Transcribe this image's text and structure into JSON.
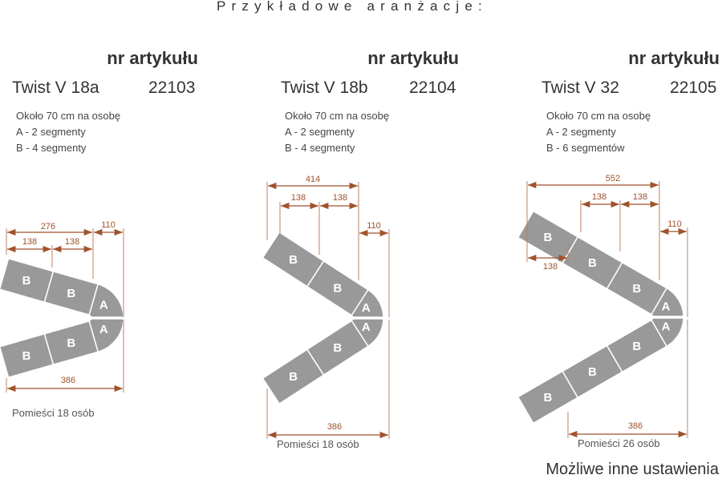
{
  "title": "Przykładowe aranżacje:",
  "colors": {
    "segment": "#999999",
    "dimension": "#a0522d"
  },
  "products": [
    {
      "nr_label": "nr artykułu",
      "model": "Twist V 18a",
      "article": "22103",
      "desc": [
        "Około 70 cm na osobę",
        "A - 2 segmenty",
        "B - 4 segmenty"
      ],
      "dims": {
        "total": "276",
        "seg1": "138",
        "seg2": "138",
        "depth": "110",
        "bottom": "386"
      },
      "capacity": "Pomieści 18 osób"
    },
    {
      "nr_label": "nr artykułu",
      "model": "Twist V 18b",
      "article": "22104",
      "desc": [
        "Około 70 cm na osobę",
        "A - 2 segmenty",
        "B - 4 segmenty"
      ],
      "dims": {
        "total": "414",
        "seg1": "138",
        "seg2": "138",
        "depth": "110",
        "bottom": "386"
      },
      "capacity": "Pomieści 18 osób"
    },
    {
      "nr_label": "nr artykułu",
      "model": "Twist V 32",
      "article": "22105",
      "desc": [
        "Około 70 cm na osobę",
        "A - 2 segmenty",
        "B - 6 segmentów"
      ],
      "dims": {
        "total": "552",
        "seg1": "138",
        "seg2": "138",
        "seg3": "138",
        "depth": "110",
        "bottom": "386"
      },
      "capacity": "Pomieści 26 osób"
    }
  ],
  "segment_labels": {
    "a": "A",
    "b": "B"
  },
  "footer": "Możliwe inne ustawienia"
}
